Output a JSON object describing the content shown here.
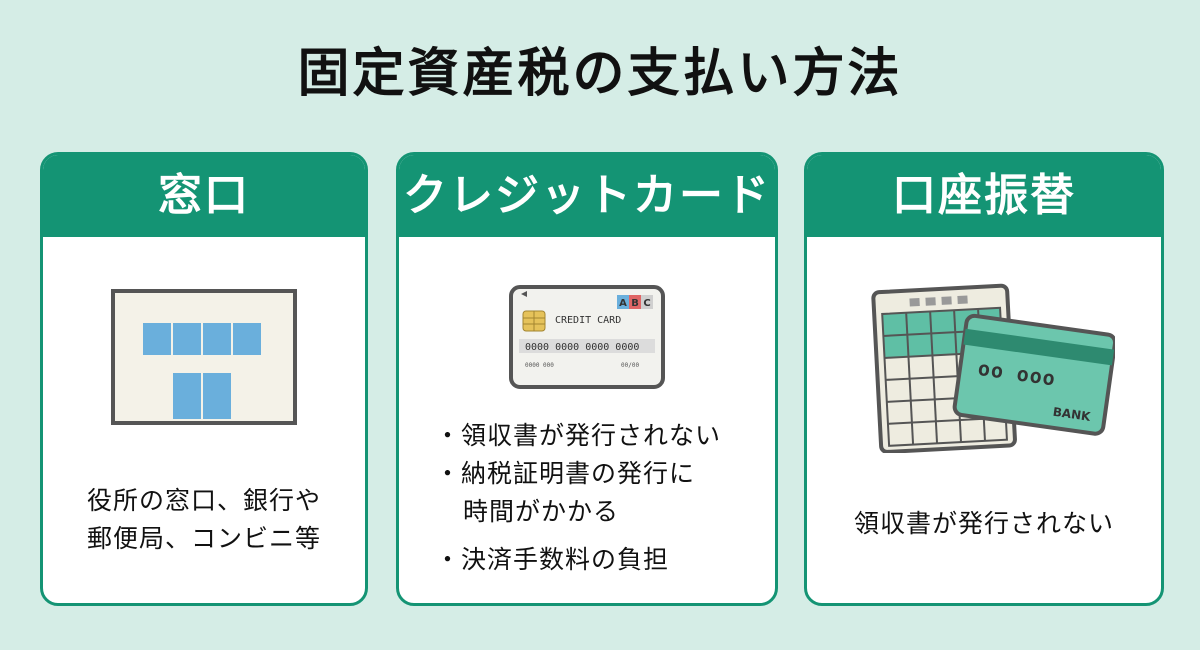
{
  "title": "固定資産税の支払い方法",
  "colors": {
    "accent": "#149474",
    "background": "#d5ede6"
  },
  "cards": [
    {
      "heading": "窓口",
      "icon": "government-office-building-icon",
      "desc_lines": [
        "役所の窓口、銀行や",
        "郵便局、コンビニ等"
      ]
    },
    {
      "heading": "クレジットカード",
      "icon": "credit-card-icon",
      "card_art": {
        "brand_marks": [
          "A",
          "B",
          "C"
        ],
        "label": "CREDIT CARD",
        "number": "0000 0000 0000 0000",
        "name_placeholder": "0000 000",
        "expiry": "00/00"
      },
      "bullets": [
        "・領収書が発行されない",
        "・納税証明書の発行に",
        "時間がかかる",
        "・決済手数料の負担"
      ]
    },
    {
      "heading": "口座振替",
      "icon": "bank-card-and-ledger-icon",
      "card_art": {
        "digits": "oo ooo",
        "label": "BANK"
      },
      "desc_lines": [
        "領収書が発行されない"
      ]
    }
  ]
}
